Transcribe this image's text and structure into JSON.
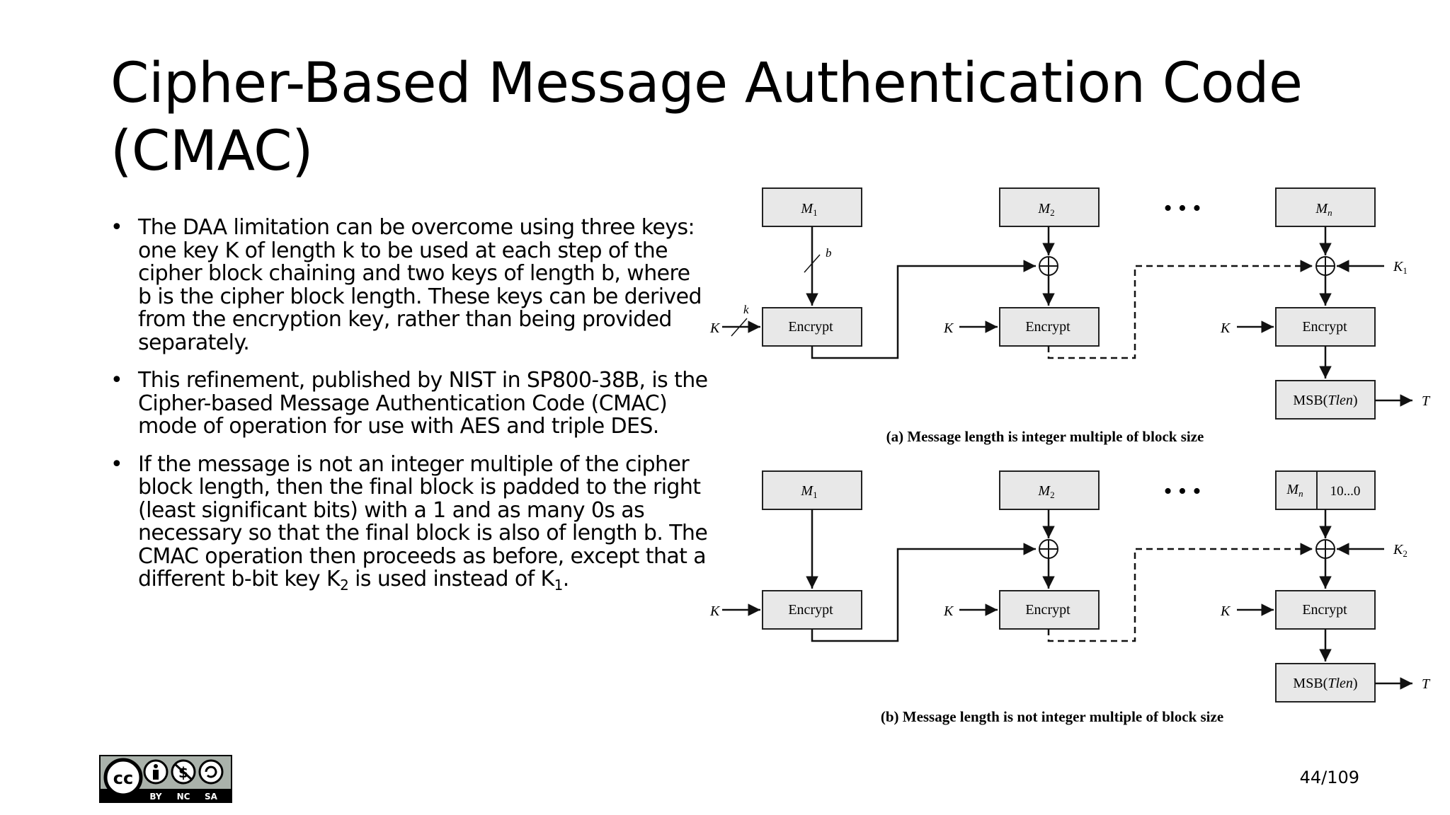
{
  "slide": {
    "title_line1": "Cipher-Based Message Authentication Code",
    "title_line2": "(CMAC)",
    "bullets": [
      "The DAA limitation can be overcome using three keys: one key K of length k to be used at each step of the cipher block chaining and two keys of length b, where b is the cipher block length. These keys can be derived from the encryption key, rather than being provided separately.",
      "This refinement, published by NIST in SP800-38B, is the Cipher-based Message Authentication Code (CMAC) mode of operation for use with AES and triple DES."
    ],
    "bullet3": {
      "text_main": "If the message is not an integer multiple of the cipher block length, then the final block is padded to the right (least significant bits) with a 1 and as many 0s as necessary so that the final block is also of length b. The CMAC operation then proceeds as before, except that a different b-bit key K",
      "sub1": "2",
      "text_mid": " is used instead of K",
      "sub2": "1",
      "text_end": "."
    },
    "page_number": "44/109"
  },
  "license_badge": {
    "icon": "cc-by-nc-sa-icon",
    "labels": [
      "BY",
      "NC",
      "SA"
    ]
  },
  "diagram": {
    "encrypt_label": "Encrypt",
    "msb_label": "MSB(",
    "msb_italic": "Tlen",
    "msb_close": ")",
    "key": "K",
    "k_small": "k",
    "b_small": "b",
    "output": "T",
    "ellipsis": "• • •",
    "M": "M",
    "sub_1": "1",
    "sub_2": "2",
    "sub_n": "n",
    "K1_sub": "1",
    "K2_sub": "2",
    "padding": "10...0",
    "caption_a": "(a) Message length is integer multiple of block size",
    "caption_b": "(b) Message length is not integer multiple of block size"
  }
}
